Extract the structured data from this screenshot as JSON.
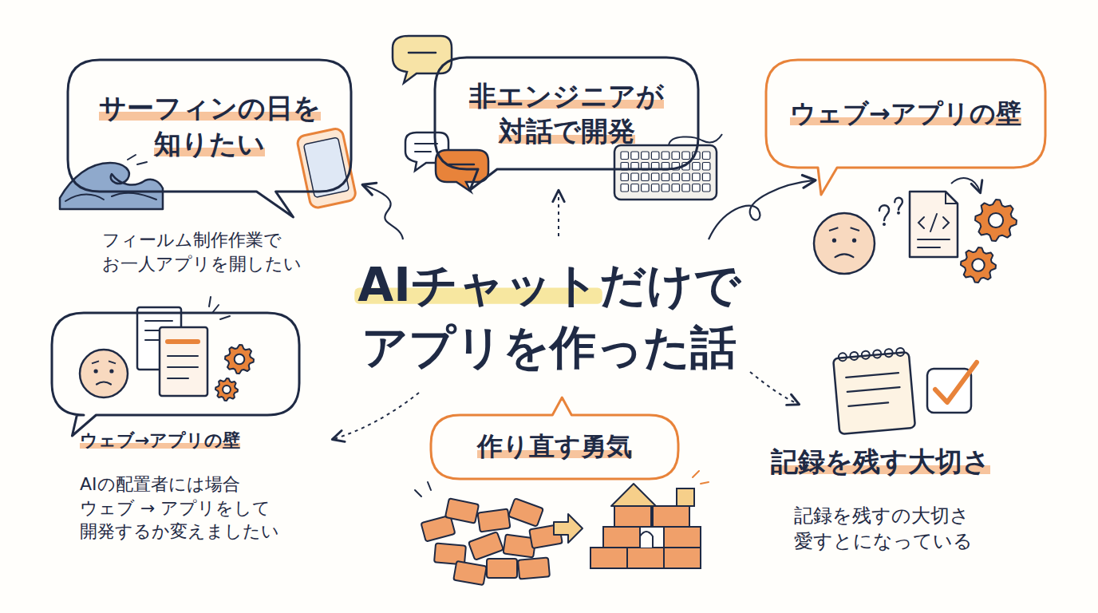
{
  "diagram": {
    "title": "AIチャットだけで アプリを作った話",
    "nodes": [
      {
        "text": [
          "サーフィンの日を 知りたい"
        ]
      },
      {
        "text": [
          "非エンジニアが 対話で開発"
        ]
      },
      {
        "text": [
          "ウェブ→アプリの壁"
        ]
      },
      {
        "text": [
          "ウェブ→アプリの壁",
          "AIの配置者には場合 ウェブ → アプリをして 開発するか変えましたい"
        ]
      },
      {
        "text": [
          "作り直す勇気"
        ]
      }
    ],
    "labels": [
      "フィールム制作作業で お一人アプリを開したい",
      "記録を残す大切さ",
      "記録を残すの大切さ 愛すとになっている"
    ]
  }
}
